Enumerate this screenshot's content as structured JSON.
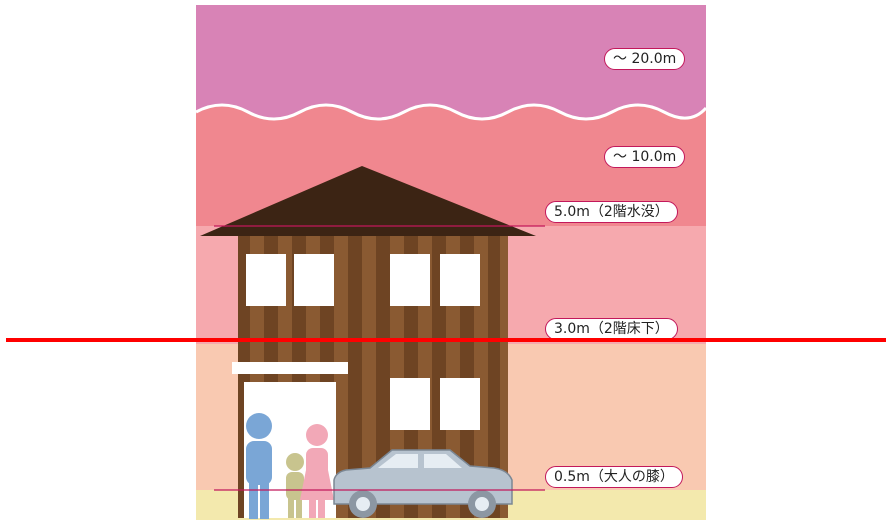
{
  "levels": {
    "l20": "〜 20.0m",
    "l10": "〜 10.0m",
    "l5": "5.0m（2階水没）",
    "l3": "3.0m（2階床下）",
    "l05": "0.5m（大人の膝）"
  },
  "colors": {
    "band_20m": "#d883b6",
    "band_10m": "#f0878f",
    "band_5m": "#f6a9ae",
    "band_3m": "#f9c9b1",
    "ground": "#f3e9ad",
    "house_wall_dark": "#6e4423",
    "house_wall_light": "#8a5a32",
    "roof": "#3c2414",
    "level_line": "#c2185b",
    "marker": "#ff0000",
    "adult_1": "#7aa6d6",
    "adult_2": "#f2a8b7",
    "child": "#c8c48e",
    "car": "#b7c3cf"
  }
}
